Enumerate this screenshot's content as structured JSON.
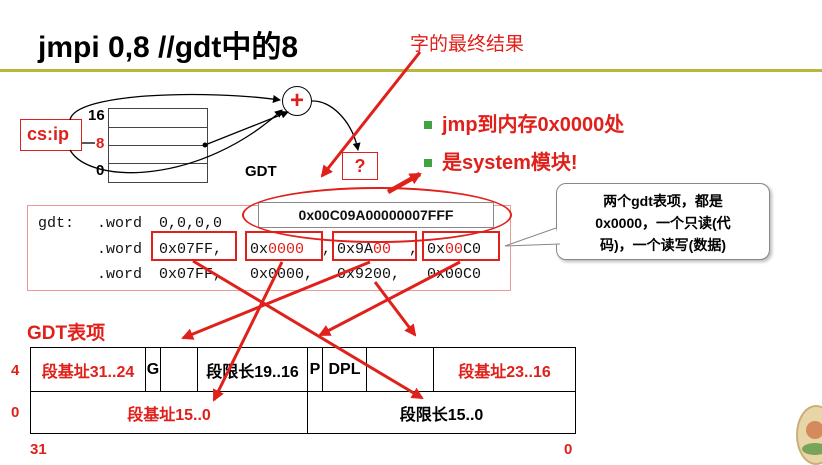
{
  "title": "jmpi 0,8  //gdt中的8",
  "annotation_top": "字的最终结果",
  "bullets": [
    "jmp到内存0x0000处",
    "是system模块!"
  ],
  "stack": {
    "labels": [
      "16",
      "8",
      "0"
    ],
    "cs_ip": "cs:ip",
    "gdt_label": "GDT",
    "plus": "+",
    "question": "?"
  },
  "base_addr": "0x00C09A00000007FFF",
  "gdt_code": {
    "prefix": "gdt:",
    "rows": [
      [
        ".word",
        "0,0,0,0"
      ],
      [
        ".word",
        "0x07FF,",
        "0x",
        "0000",
        ",",
        "0x9A",
        "00",
        ",",
        "0x",
        "00",
        "C0"
      ],
      [
        ".word",
        "0x07FF,",
        "0x0000,",
        "0x9200,",
        "0x00C0"
      ]
    ]
  },
  "callout": {
    "line1": "两个gdt表项，都是",
    "line2": "0x0000，一个只读(代",
    "line3": "码)，一个读写(数据)"
  },
  "gdt_entry": {
    "title": "GDT表项",
    "row_labels": [
      "4",
      "0"
    ],
    "top_row": [
      "段基址31..24",
      "G",
      "",
      "段限长19..16",
      "P",
      "DPL",
      "",
      "段基址23..16"
    ],
    "bottom_row": [
      "段基址15..0",
      "段限长15..0"
    ],
    "bit_labels": [
      "31",
      "0"
    ]
  },
  "colors": {
    "red": "#e0201a",
    "accent": "#b9b63c",
    "green": "#3fa33f"
  }
}
